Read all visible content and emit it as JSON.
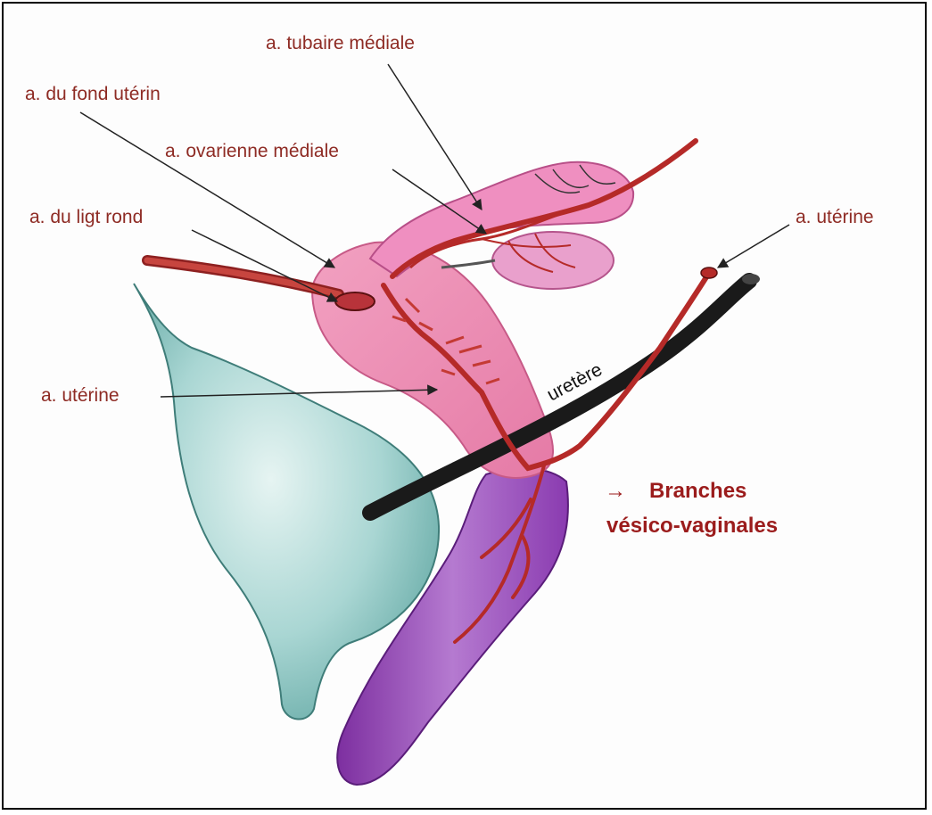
{
  "labels": {
    "tubaire_mediale": "a. tubaire médiale",
    "fond_uterin": "a. du fond utérin",
    "ovarienne_mediale": "a. ovarienne médiale",
    "ligt_rond": "a. du ligt rond",
    "uterine_right": "a. utérine",
    "uterine_left": "a. utérine",
    "uretere": "uretère",
    "branches_arrow": "→",
    "branches_line1": "Branches",
    "branches_line2": "vésico-vaginales"
  },
  "colors": {
    "bladder": "#8fc9c6",
    "uterus": "#ee8fb3",
    "tube": "#e97ab2",
    "vagina": "#9b4fb8",
    "artery": "#c2302c",
    "ureter": "#1a1a1a",
    "label": "#8e2b24"
  }
}
